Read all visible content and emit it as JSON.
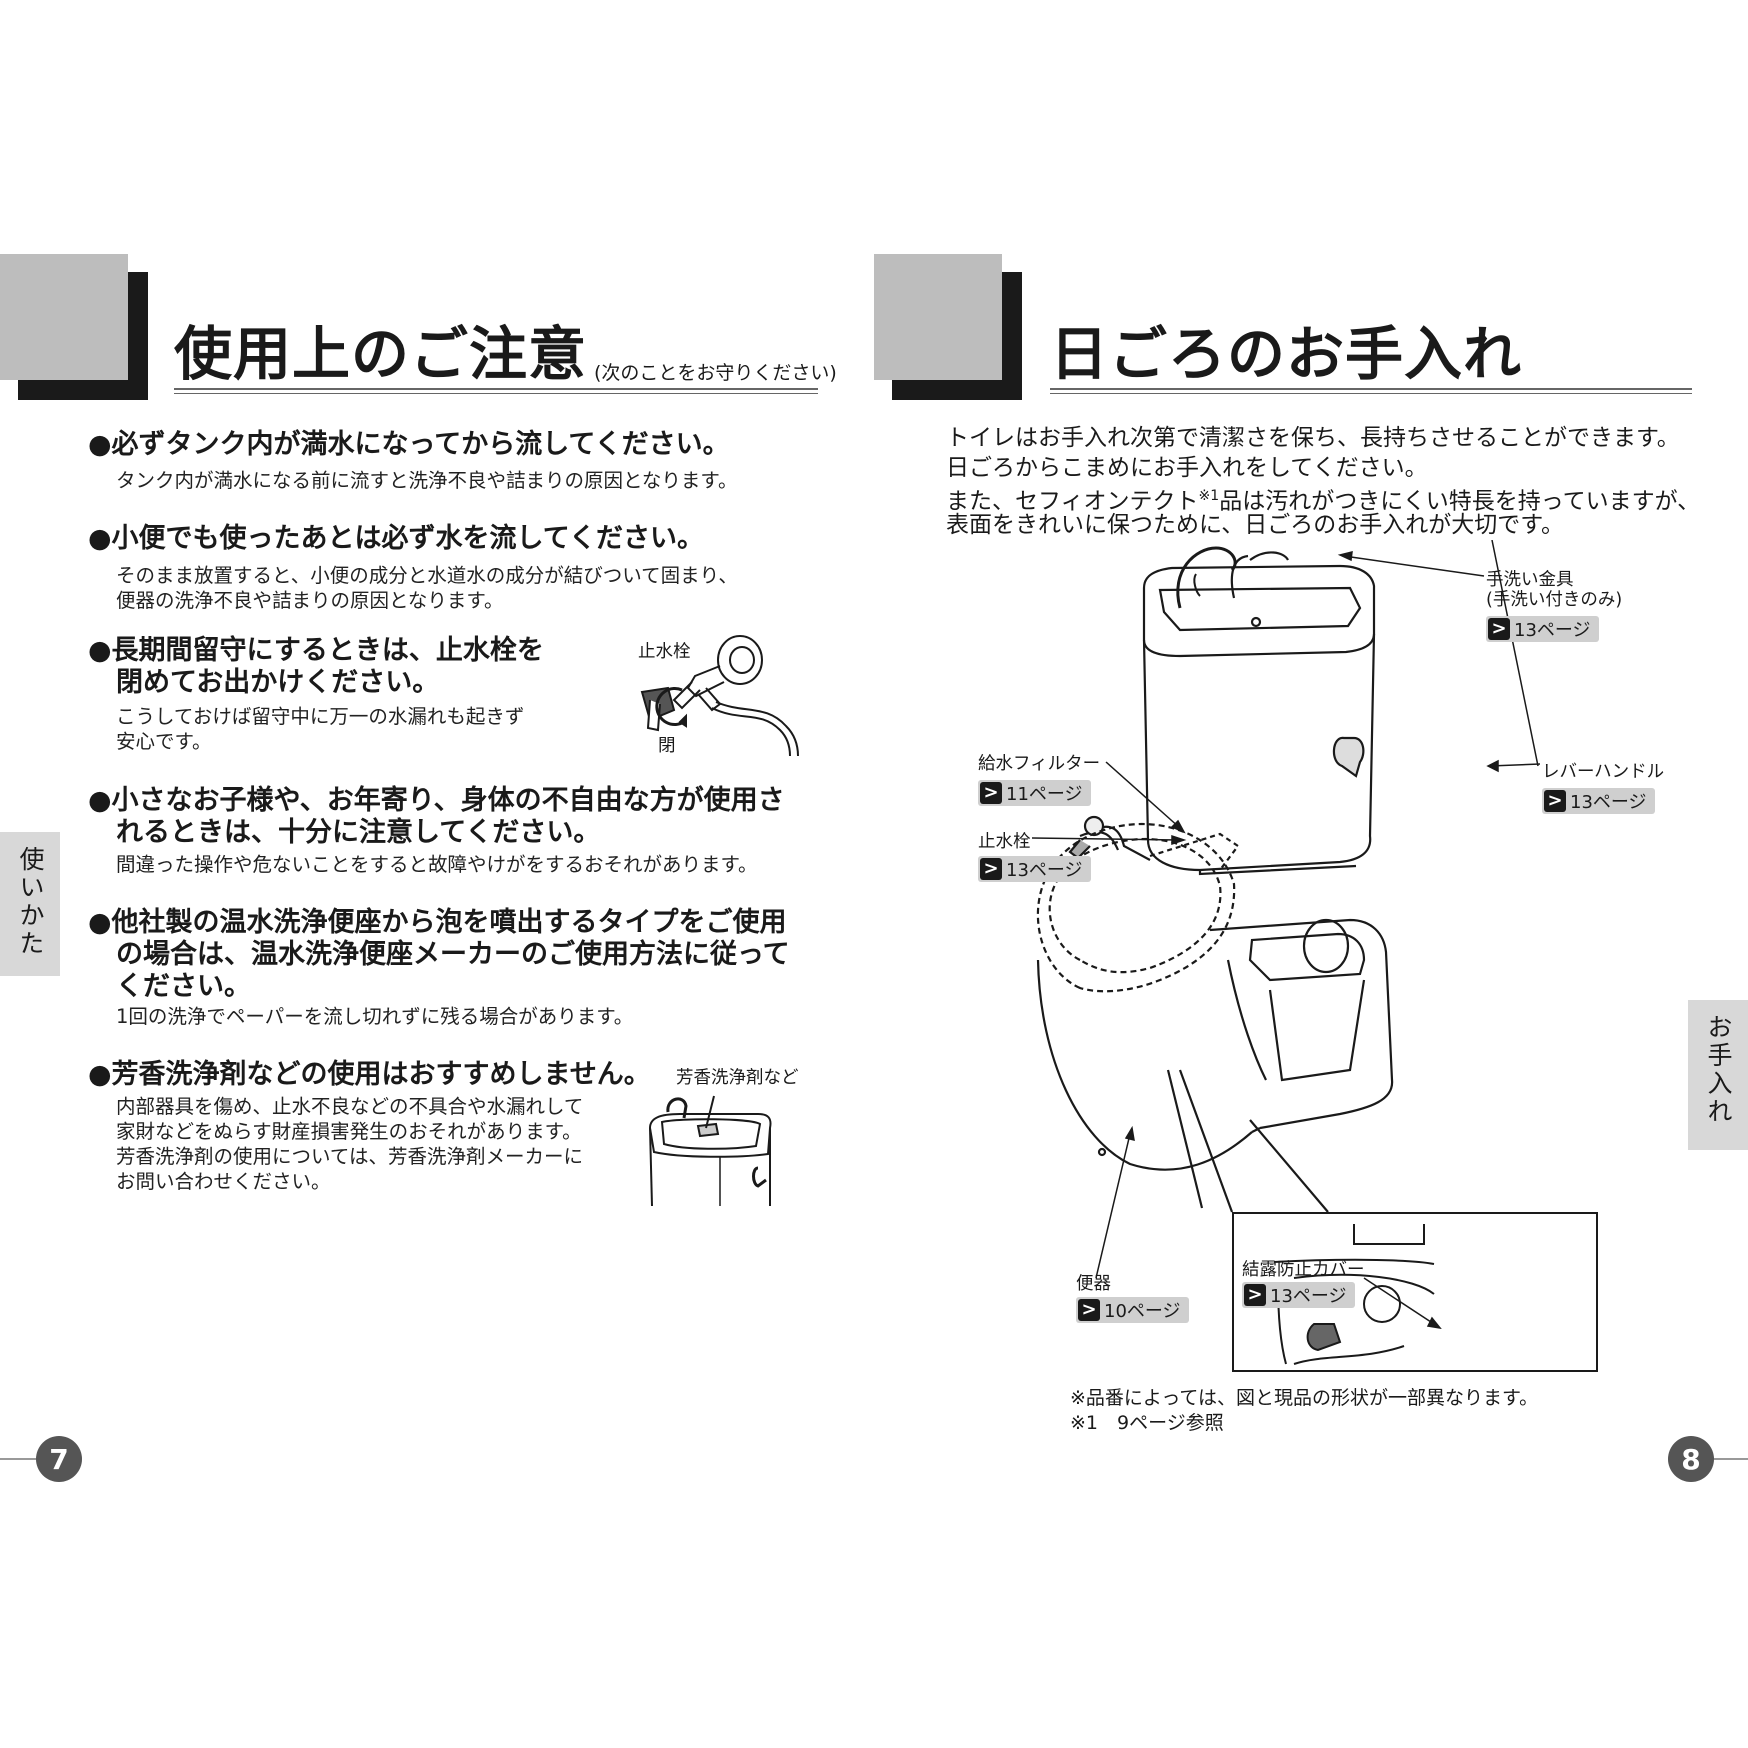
{
  "left_page": {
    "title": "使用上のご注意",
    "subtitle": "(次のことをお守りください)",
    "side_tab": "使いかた",
    "page_number": "7",
    "items": [
      {
        "heading": "●必ずタンク内が満水になってから流してください。",
        "desc": [
          "タンク内が満水になる前に流すと洗浄不良や詰まりの原因となります。"
        ]
      },
      {
        "heading": "●小便でも使ったあとは必ず水を流してください。",
        "desc": [
          "そのまま放置すると、小便の成分と水道水の成分が結びついて固まり、",
          "便器の洗浄不良や詰まりの原因となります。"
        ]
      },
      {
        "heading": [
          "●長期間留守にするときは、止水栓を",
          "閉めてお出かけください。"
        ],
        "desc": [
          "こうしておけば留守中に万一の水漏れも起きず",
          "安心です。"
        ],
        "figure_labels": [
          "止水栓",
          "閉"
        ]
      },
      {
        "heading": [
          "●小さなお子様や、お年寄り、身体の不自由な方が使用さ",
          "れるときは、十分に注意してください。"
        ],
        "desc": [
          "間違った操作や危ないことをすると故障やけがをするおそれがあります。"
        ]
      },
      {
        "heading": [
          "●他社製の温水洗浄便座から泡を噴出するタイプをご使用",
          "の場合は、温水洗浄便座メーカーのご使用方法に従って",
          "ください。"
        ],
        "desc": [
          "1回の洗浄でペーパーを流し切れずに残る場合があります。"
        ]
      },
      {
        "heading": "●芳香洗浄剤などの使用はおすすめしません。",
        "desc": [
          "内部器具を傷め、止水不良などの不具合や水漏れして",
          "家財などをぬらす財産損害発生のおそれがあります。",
          "芳香洗浄剤の使用については、芳香洗浄剤メーカーに",
          "お問い合わせください。"
        ],
        "figure_label": "芳香洗浄剤など"
      }
    ]
  },
  "right_page": {
    "title": "日ごろのお手入れ",
    "side_tab": "お手入れ",
    "page_number": "8",
    "intro": [
      "トイレはお手入れ次第で清潔さを保ち、長持ちさせることができます。",
      "日ごろからこまめにお手入れをしてください。",
      "また、セフィオンテクト",
      "※1",
      "品は汚れがつきにくい特長を持っていますが、",
      "表面をきれいに保つために、日ごろのお手入れが大切です。"
    ],
    "callouts": {
      "hand_wash": {
        "label": "手洗い金具",
        "sub": "(手洗い付きのみ)",
        "ref": "13ページ"
      },
      "lever": {
        "label": "レバーハンドル",
        "ref": "13ページ"
      },
      "filter": {
        "label": "給水フィルター",
        "ref": "11ページ"
      },
      "stop_valve": {
        "label": "止水栓",
        "ref": "13ページ"
      },
      "bowl": {
        "label": "便器",
        "ref": "10ページ"
      },
      "cover": {
        "label": "結露防止カバー",
        "ref": "13ページ"
      }
    },
    "ref_arrow": ">",
    "notes": [
      "※品番によっては、図と現品の形状が一部異なります。",
      "※1　9ページ参照"
    ]
  }
}
